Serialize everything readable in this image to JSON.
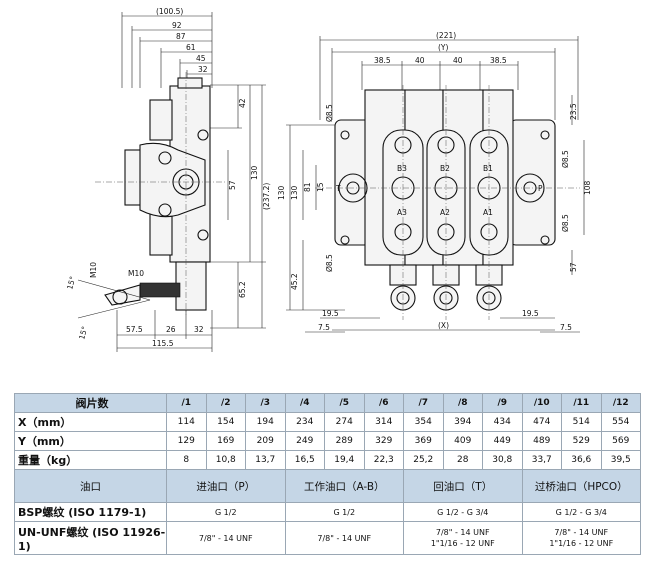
{
  "side_view": {
    "dims_top": [
      "(100.5)",
      "92",
      "87",
      "61",
      "45",
      "32"
    ],
    "dims_right": [
      "42",
      "130",
      "57",
      "(237.2)",
      "65.2"
    ],
    "dims_bottom": [
      "57.5",
      "26",
      "32",
      "115.5"
    ],
    "port_labels": [
      "M10",
      "M10"
    ],
    "angles": [
      "15°",
      "15°"
    ]
  },
  "front_view": {
    "dims_top": [
      "(221)",
      "(Y)",
      "38.5",
      "40",
      "40",
      "38.5"
    ],
    "dims_left": [
      "Ø8.5",
      "130",
      "81",
      "15",
      "45.2",
      "Ø8.5",
      "130"
    ],
    "dims_right": [
      "23.5",
      "Ø8.5",
      "108",
      "Ø8.5",
      "57"
    ],
    "dims_bottom": [
      "19.5",
      "19.5",
      "(X)",
      "7.5",
      "7.5"
    ],
    "port_labels": [
      "B3",
      "B2",
      "B1",
      "A3",
      "A2",
      "A1",
      "T",
      "P"
    ]
  },
  "table": {
    "header": [
      "阀片数",
      "/1",
      "/2",
      "/3",
      "/4",
      "/5",
      "/6",
      "/7",
      "/8",
      "/9",
      "/10",
      "/11",
      "/12"
    ],
    "rows": [
      {
        "label": "X（mm）",
        "values": [
          "114",
          "154",
          "194",
          "234",
          "274",
          "314",
          "354",
          "394",
          "434",
          "474",
          "514",
          "554"
        ]
      },
      {
        "label": "Y（mm）",
        "values": [
          "129",
          "169",
          "209",
          "249",
          "289",
          "329",
          "369",
          "409",
          "449",
          "489",
          "529",
          "569"
        ]
      },
      {
        "label": "重量（kg）",
        "values": [
          "8",
          "10,8",
          "13,7",
          "16,5",
          "19,4",
          "22,3",
          "25,2",
          "28",
          "30,8",
          "33,7",
          "36,6",
          "39,5"
        ]
      }
    ],
    "port_header": {
      "label": "油口",
      "p": "进油口（P）",
      "ab": "工作油口（A-B）",
      "t": "回油口（T）",
      "hpco": "过桥油口（HPCO）"
    },
    "bsp": {
      "label": "BSP螺纹 (ISO 1179-1)",
      "p": "G 1/2",
      "ab": "G 1/2",
      "t": "G 1/2 - G 3/4",
      "hpco": "G 1/2 - G 3/4"
    },
    "unf": {
      "label": "UN-UNF螺纹 (ISO 11926-1)",
      "p": "7/8\" - 14 UNF",
      "ab": "7/8\" - 14 UNF",
      "t1": "7/8\" - 14 UNF",
      "t2": "1\"1/16 - 12 UNF",
      "hpco1": "7/8\" - 14 UNF",
      "hpco2": "1\"1/16 - 12 UNF"
    }
  }
}
